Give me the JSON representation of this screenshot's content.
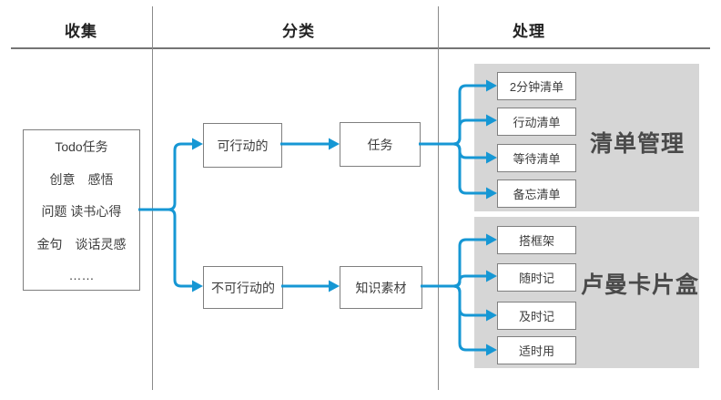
{
  "headers": [
    {
      "label": "收集"
    },
    {
      "label": "分类"
    },
    {
      "label": "处理"
    }
  ],
  "collect": {
    "lines": [
      "Todo任务",
      "创意　感悟",
      "问题 读书心得",
      "金句　谈话灵感",
      "……"
    ]
  },
  "classify": {
    "actionable": "可行动的",
    "task": "任务",
    "non_actionable": "不可行动的",
    "knowledge": "知识素材"
  },
  "process": {
    "list_group": {
      "title": "清单管理",
      "items": [
        "2分钟清单",
        "行动清单",
        "等待清单",
        "备忘清单"
      ]
    },
    "card_group": {
      "title": "卢曼卡片盒",
      "items": [
        "搭框架",
        "随时记",
        "及时记",
        "适时用"
      ]
    }
  },
  "colors": {
    "accent_blue": "#1697d4",
    "panel_gray": "#d6d6d6",
    "line_gray": "#8a8a8a"
  }
}
